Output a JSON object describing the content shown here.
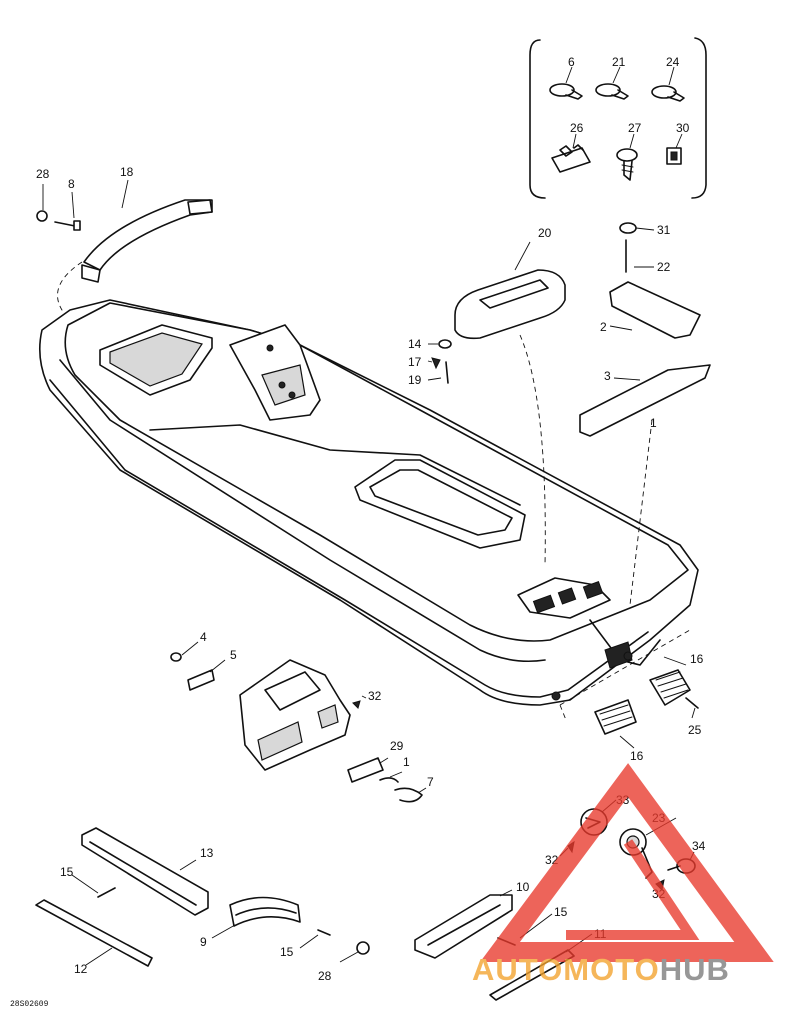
{
  "diagram": {
    "doc_id": "28S02609",
    "callouts": [
      {
        "id": "c6",
        "text": "6"
      },
      {
        "id": "c21",
        "text": "21"
      },
      {
        "id": "c24",
        "text": "24"
      },
      {
        "id": "c26",
        "text": "26"
      },
      {
        "id": "c27",
        "text": "27"
      },
      {
        "id": "c30",
        "text": "30"
      },
      {
        "id": "c28a",
        "text": "28"
      },
      {
        "id": "c8",
        "text": "8"
      },
      {
        "id": "c18",
        "text": "18"
      },
      {
        "id": "c20",
        "text": "20"
      },
      {
        "id": "c31",
        "text": "31"
      },
      {
        "id": "c22",
        "text": "22"
      },
      {
        "id": "c2",
        "text": "2"
      },
      {
        "id": "c3",
        "text": "3"
      },
      {
        "id": "c14",
        "text": "14"
      },
      {
        "id": "c17",
        "text": "17"
      },
      {
        "id": "c19",
        "text": "19"
      },
      {
        "id": "c1a",
        "text": "1"
      },
      {
        "id": "c4",
        "text": "4"
      },
      {
        "id": "c5",
        "text": "5"
      },
      {
        "id": "c32a",
        "text": "32"
      },
      {
        "id": "c29",
        "text": "29"
      },
      {
        "id": "c1b",
        "text": "1"
      },
      {
        "id": "c7",
        "text": "7"
      },
      {
        "id": "c16a",
        "text": "16"
      },
      {
        "id": "c25",
        "text": "25"
      },
      {
        "id": "c16b",
        "text": "16"
      },
      {
        "id": "c13",
        "text": "13"
      },
      {
        "id": "c15a",
        "text": "15"
      },
      {
        "id": "c12",
        "text": "12"
      },
      {
        "id": "c9",
        "text": "9"
      },
      {
        "id": "c15b",
        "text": "15"
      },
      {
        "id": "c28b",
        "text": "28"
      },
      {
        "id": "c10",
        "text": "10"
      },
      {
        "id": "c15c",
        "text": "15"
      },
      {
        "id": "c11",
        "text": "11"
      },
      {
        "id": "c33",
        "text": "33"
      },
      {
        "id": "c23",
        "text": "23"
      },
      {
        "id": "c34",
        "text": "34"
      },
      {
        "id": "c32b",
        "text": "32"
      },
      {
        "id": "c32c",
        "text": "32"
      }
    ]
  },
  "watermark": {
    "part1": "AUTO",
    "part2": "MOTO",
    "part3": "HUB",
    "color_triangle": "#e8392c",
    "color_text_a": "#f3a22c",
    "color_text_b": "#7a7a7a"
  }
}
